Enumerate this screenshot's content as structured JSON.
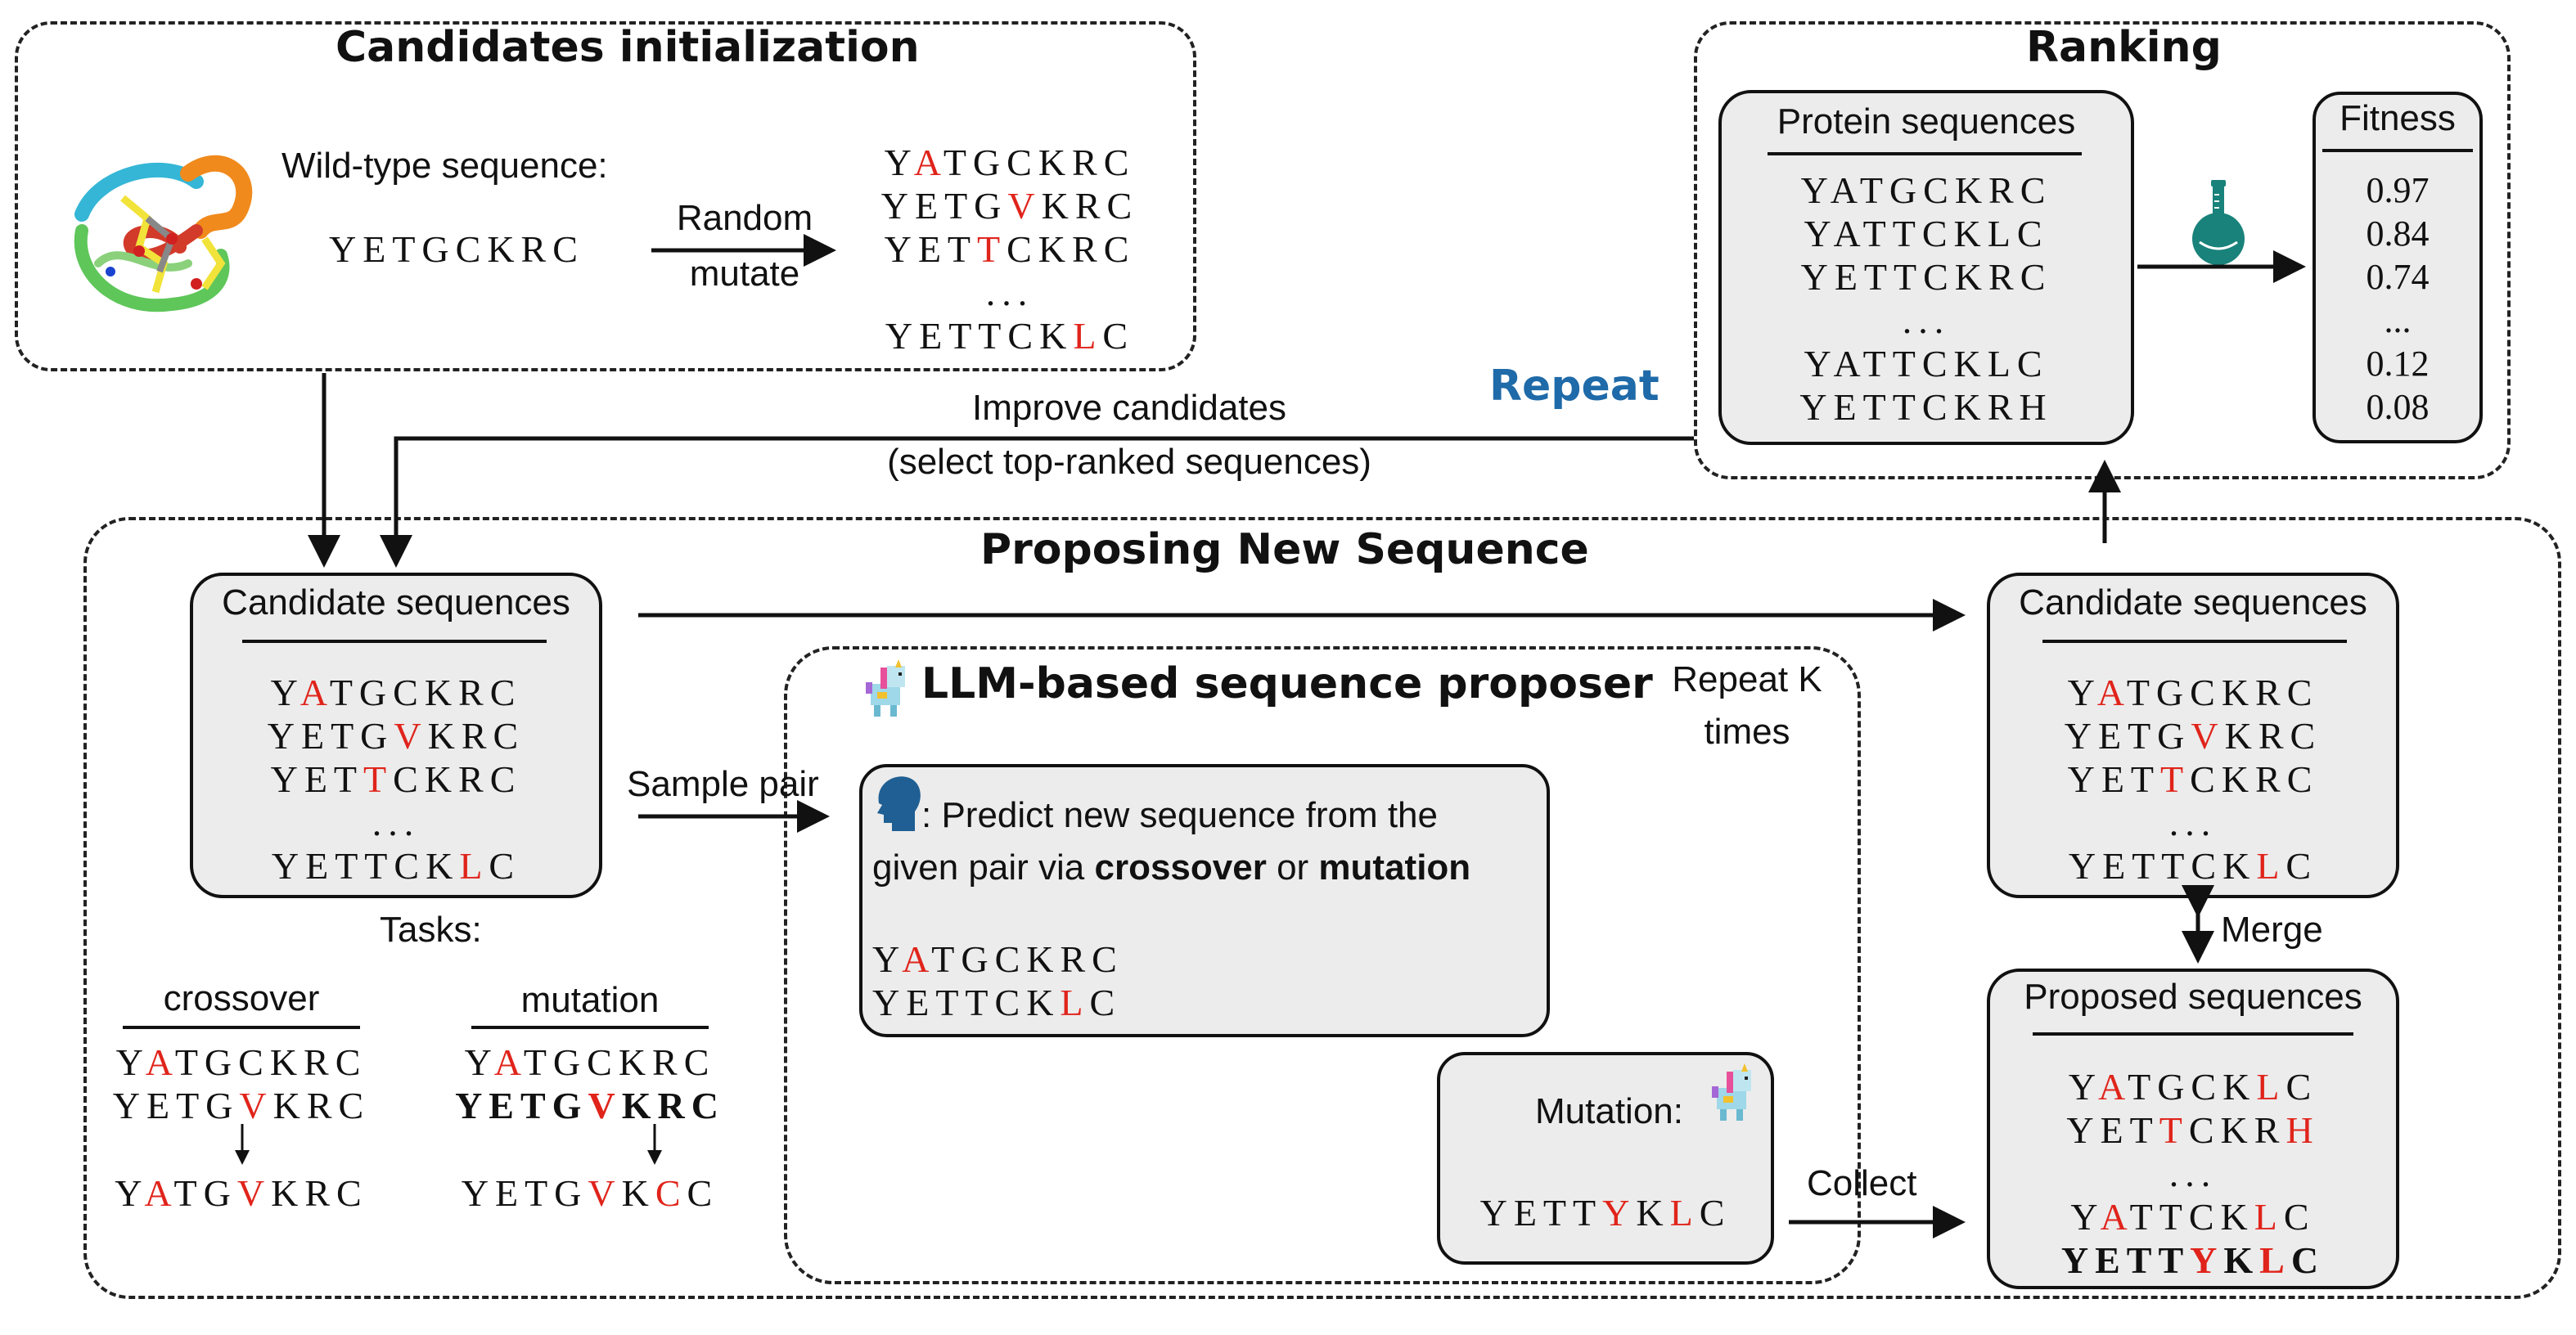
{
  "init": {
    "title": "Candidates initialization",
    "wild_label": "Wild-type sequence:",
    "wild_seq": "YETGCKRC",
    "random_label": "Random",
    "mutate_label": "mutate",
    "seqs": [
      [
        [
          "Y",
          ""
        ],
        [
          "A",
          "r"
        ],
        [
          "TGCKRC",
          ""
        ]
      ],
      [
        [
          "YETG",
          ""
        ],
        [
          "V",
          "r"
        ],
        [
          "KRC",
          ""
        ]
      ],
      [
        [
          "YET",
          ""
        ],
        [
          "T",
          "r"
        ],
        [
          "CKRC",
          ""
        ]
      ],
      [
        [
          "...",
          ""
        ]
      ],
      [
        [
          "YETTCK",
          ""
        ],
        [
          "L",
          "r"
        ],
        [
          "C",
          ""
        ]
      ]
    ]
  },
  "ranking": {
    "title": "Ranking",
    "protein_header": "Protein sequences",
    "proteins": [
      "YATGCKRC",
      "YATTCKLC",
      "YETTCKRC",
      "...",
      "YATTCKLC",
      "YETTCKRH"
    ],
    "fitness_header": "Fitness",
    "fitness": [
      "0.97",
      "0.84",
      "0.74",
      "...",
      "0.12",
      "0.08"
    ],
    "flask_icon": "flask-icon"
  },
  "loop": {
    "repeat": "Repeat",
    "improve": "Improve candidates",
    "select": "(select top-ranked sequences)"
  },
  "propose": {
    "title": "Proposing  New Sequence",
    "cand_header": "Candidate sequences",
    "cand_seqs": [
      [
        [
          "Y",
          ""
        ],
        [
          "A",
          "r"
        ],
        [
          "TGCKRC",
          ""
        ]
      ],
      [
        [
          "YETG",
          ""
        ],
        [
          "V",
          "r"
        ],
        [
          "KRC",
          ""
        ]
      ],
      [
        [
          "YET",
          ""
        ],
        [
          "T",
          "r"
        ],
        [
          "CKRC",
          ""
        ]
      ],
      [
        [
          "...",
          ""
        ]
      ],
      [
        [
          "YETTCK",
          ""
        ],
        [
          "L",
          "r"
        ],
        [
          "C",
          ""
        ]
      ]
    ],
    "tasks_label": "Tasks:",
    "crossover_label": "crossover",
    "crossover_top": [
      [
        [
          "Y",
          ""
        ],
        [
          "A",
          "r"
        ],
        [
          "TGCKRC",
          ""
        ]
      ],
      [
        [
          "YETG",
          ""
        ],
        [
          "V",
          "r"
        ],
        [
          "KRC",
          ""
        ]
      ]
    ],
    "crossover_result": [
      [
        "Y",
        ""
      ],
      [
        "A",
        "r"
      ],
      [
        "TG",
        ""
      ],
      [
        "V",
        "r"
      ],
      [
        "KRC",
        ""
      ]
    ],
    "mutation_label": "mutation",
    "mutation_top1": [
      [
        "Y",
        ""
      ],
      [
        "A",
        "r"
      ],
      [
        "TGCKRC",
        ""
      ]
    ],
    "mutation_top2": [
      [
        "YETG",
        ""
      ],
      [
        "V",
        "r"
      ],
      [
        "KRC",
        ""
      ]
    ],
    "mutation_result": [
      [
        "YETG",
        ""
      ],
      [
        "V",
        "r"
      ],
      [
        "K",
        ""
      ],
      [
        "C",
        "r"
      ],
      [
        "C",
        ""
      ]
    ],
    "sample_pair": "Sample pair",
    "llm_title": "LLM-based sequence proposer",
    "repeat_k1": "Repeat K",
    "repeat_k2": "times",
    "prompt_line1": ": Predict new sequence from the",
    "prompt_line2_a": "given pair via ",
    "prompt_line2_b": "crossover",
    "prompt_line2_c": " or ",
    "prompt_line2_d": "mutation",
    "prompt_seqs": [
      [
        [
          "Y",
          ""
        ],
        [
          "A",
          "r"
        ],
        [
          "TGCKRC",
          ""
        ]
      ],
      [
        [
          "YETTCK",
          ""
        ],
        [
          "L",
          "r"
        ],
        [
          "C",
          ""
        ]
      ]
    ],
    "mutation_box_label": "Mutation:",
    "mutation_box_seq": [
      [
        "YETT",
        ""
      ],
      [
        "Y",
        "r"
      ],
      [
        "K",
        ""
      ],
      [
        "L",
        "r"
      ],
      [
        "C",
        ""
      ]
    ],
    "collect": "Collect",
    "merge": "Merge",
    "right_cand_header": "Candidate sequences",
    "proposed_header": "Proposed sequences",
    "proposed_seqs": [
      [
        [
          "Y",
          ""
        ],
        [
          "A",
          "r"
        ],
        [
          "TGCK",
          ""
        ],
        [
          "L",
          "r"
        ],
        [
          "C",
          ""
        ]
      ],
      [
        [
          "YET",
          ""
        ],
        [
          "T",
          "r"
        ],
        [
          "CKR",
          ""
        ],
        [
          "H",
          "r"
        ]
      ],
      [
        [
          "...",
          ""
        ]
      ],
      [
        [
          "Y",
          ""
        ],
        [
          "A",
          "r"
        ],
        [
          "TTCK",
          ""
        ],
        [
          "L",
          "r"
        ],
        [
          "C",
          ""
        ]
      ]
    ],
    "proposed_bold": [
      [
        "YETT",
        ""
      ],
      [
        "Y",
        "r"
      ],
      [
        "K",
        ""
      ],
      [
        "L",
        "r"
      ],
      [
        "C",
        ""
      ]
    ]
  }
}
